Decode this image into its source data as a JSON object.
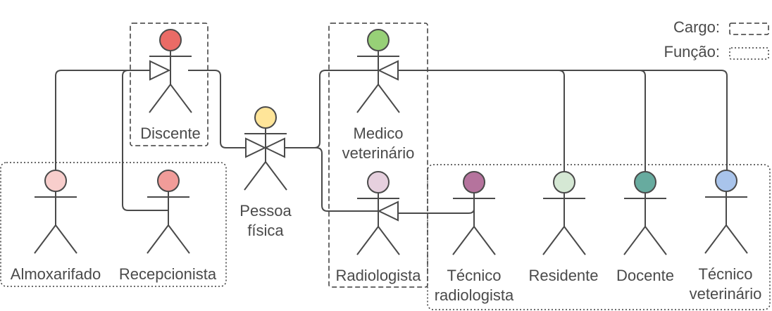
{
  "legend": {
    "cargo_label": "Cargo:",
    "funcao_label": "Função:"
  },
  "actors": {
    "discente": {
      "label": [
        "Discente"
      ],
      "color": "#ea6b66"
    },
    "medico": {
      "label": [
        "Medico",
        "veterinário"
      ],
      "color": "#97d077"
    },
    "pessoa": {
      "label": [
        "Pessoa",
        "física"
      ],
      "color": "#ffe599"
    },
    "almoxarifado": {
      "label": [
        "Almoxarifado"
      ],
      "color": "#f8cecc"
    },
    "recepcionista": {
      "label": [
        "Recepcionista"
      ],
      "color": "#f19c99"
    },
    "radiologista": {
      "label": [
        "Radiologista"
      ],
      "color": "#e6d0de"
    },
    "tecnico_radiologista": {
      "label": [
        "Técnico",
        "radiologista"
      ],
      "color": "#b5739d"
    },
    "residente": {
      "label": [
        "Residente"
      ],
      "color": "#d5e8d4"
    },
    "docente": {
      "label": [
        "Docente"
      ],
      "color": "#67ab9f"
    },
    "tecnico_veterinario": {
      "label": [
        "Técnico",
        "veterinário"
      ],
      "color": "#a9c4eb"
    }
  }
}
